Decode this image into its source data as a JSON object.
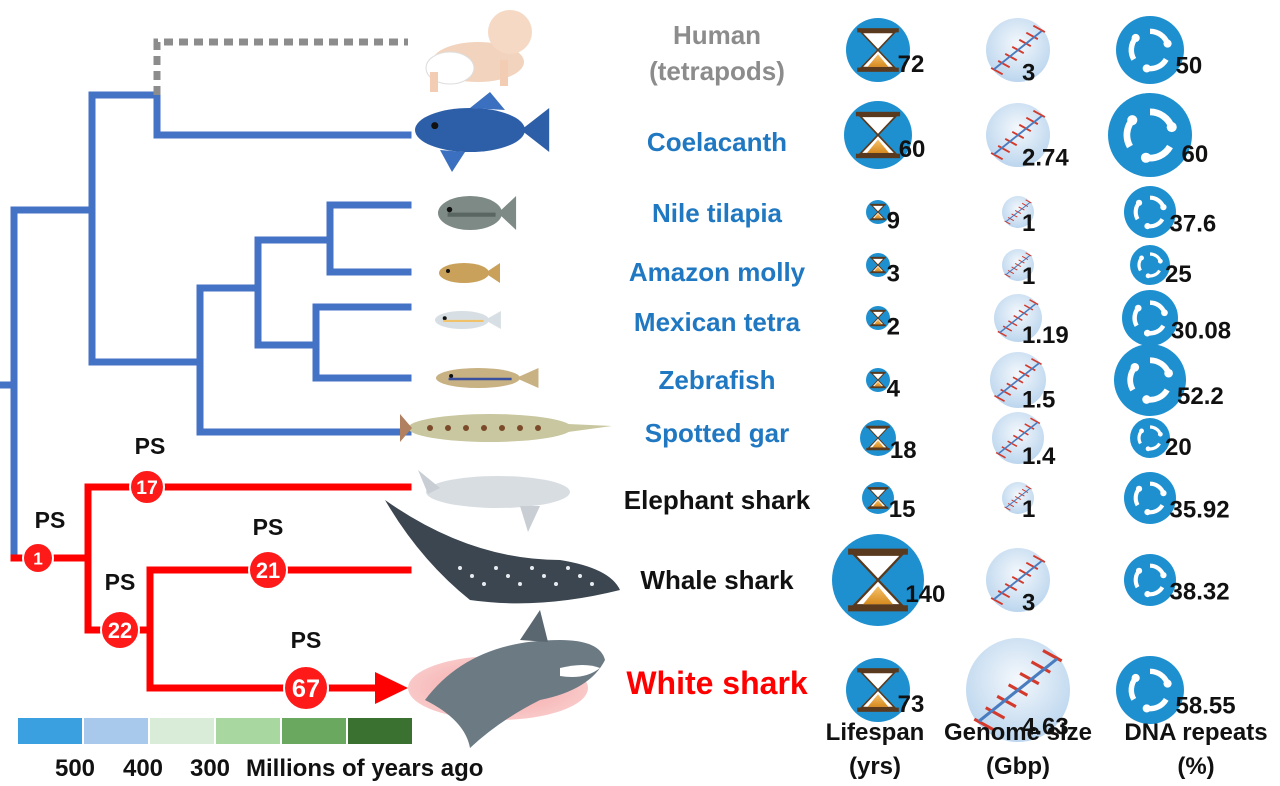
{
  "colors": {
    "fish_branch": "#4472C4",
    "shark_branch": "#FF0000",
    "human_branch": "#8c8c8c",
    "fish_label": "#1f78c1",
    "human_label": "#8c8c8c",
    "shark_label": "#111111",
    "white_shark_label": "#ff0000",
    "icon_circle": "#1e90d0",
    "node_fill": "#ff1a1a",
    "glow": "#f5a3a3"
  },
  "species": [
    {
      "name": "Human\n(tetrapods)",
      "lifespan": "72",
      "genome": "3",
      "repeats": "50",
      "group": "human",
      "picture": "baby-image"
    },
    {
      "name": "Coelacanth",
      "lifespan": "60",
      "genome": "2.74",
      "repeats": "60",
      "group": "fish",
      "picture": "coelacanth-image"
    },
    {
      "name": "Nile tilapia",
      "lifespan": "9",
      "genome": "1",
      "repeats": "37.6",
      "group": "fish",
      "picture": "tilapia-image"
    },
    {
      "name": "Amazon molly",
      "lifespan": "3",
      "genome": "1",
      "repeats": "25",
      "group": "fish",
      "picture": "molly-image"
    },
    {
      "name": "Mexican tetra",
      "lifespan": "2",
      "genome": "1.19",
      "repeats": "30.08",
      "group": "fish",
      "picture": "tetra-image"
    },
    {
      "name": "Zebrafish",
      "lifespan": "4",
      "genome": "1.5",
      "repeats": "52.2",
      "group": "fish",
      "picture": "zebrafish-image"
    },
    {
      "name": "Spotted gar",
      "lifespan": "18",
      "genome": "1.4",
      "repeats": "20",
      "group": "fish",
      "picture": "gar-image"
    },
    {
      "name": "Elephant shark",
      "lifespan": "15",
      "genome": "1",
      "repeats": "35.92",
      "group": "shark",
      "picture": "elephant-shark-image"
    },
    {
      "name": "Whale shark",
      "lifespan": "140",
      "genome": "3",
      "repeats": "38.32",
      "group": "shark",
      "picture": "whale-shark-image"
    },
    {
      "name": "White shark",
      "lifespan": "73",
      "genome": "4.63",
      "repeats": "58.55",
      "group": "white",
      "picture": "white-shark-image"
    }
  ],
  "nodes": [
    {
      "id": "root",
      "ps_label": "PS",
      "count": "1"
    },
    {
      "id": "chondrichthyes",
      "ps_label": "PS",
      "count": "17"
    },
    {
      "id": "elasmobranch",
      "ps_label": "PS",
      "count": "22"
    },
    {
      "id": "whale",
      "ps_label": "PS",
      "count": "21"
    },
    {
      "id": "white",
      "ps_label": "PS",
      "count": "67"
    }
  ],
  "column_headers": {
    "lifespan": "Lifespan\n(yrs)",
    "genome": "Genome size\n(Gbp)",
    "repeats": "DNA repeats\n(%)"
  },
  "timescale": {
    "tick_labels": [
      "500",
      "400",
      "300"
    ],
    "caption": "Millions of years ago",
    "gradient_colors": [
      "#3aa0e0",
      "#a8c8ec",
      "#d8ecd8",
      "#a8d8a0",
      "#6aa860",
      "#3a7030"
    ]
  },
  "icons": {
    "lifespan": "hourglass-icon",
    "genome": "dna-helix-icon",
    "repeats": "recycle-icon"
  }
}
